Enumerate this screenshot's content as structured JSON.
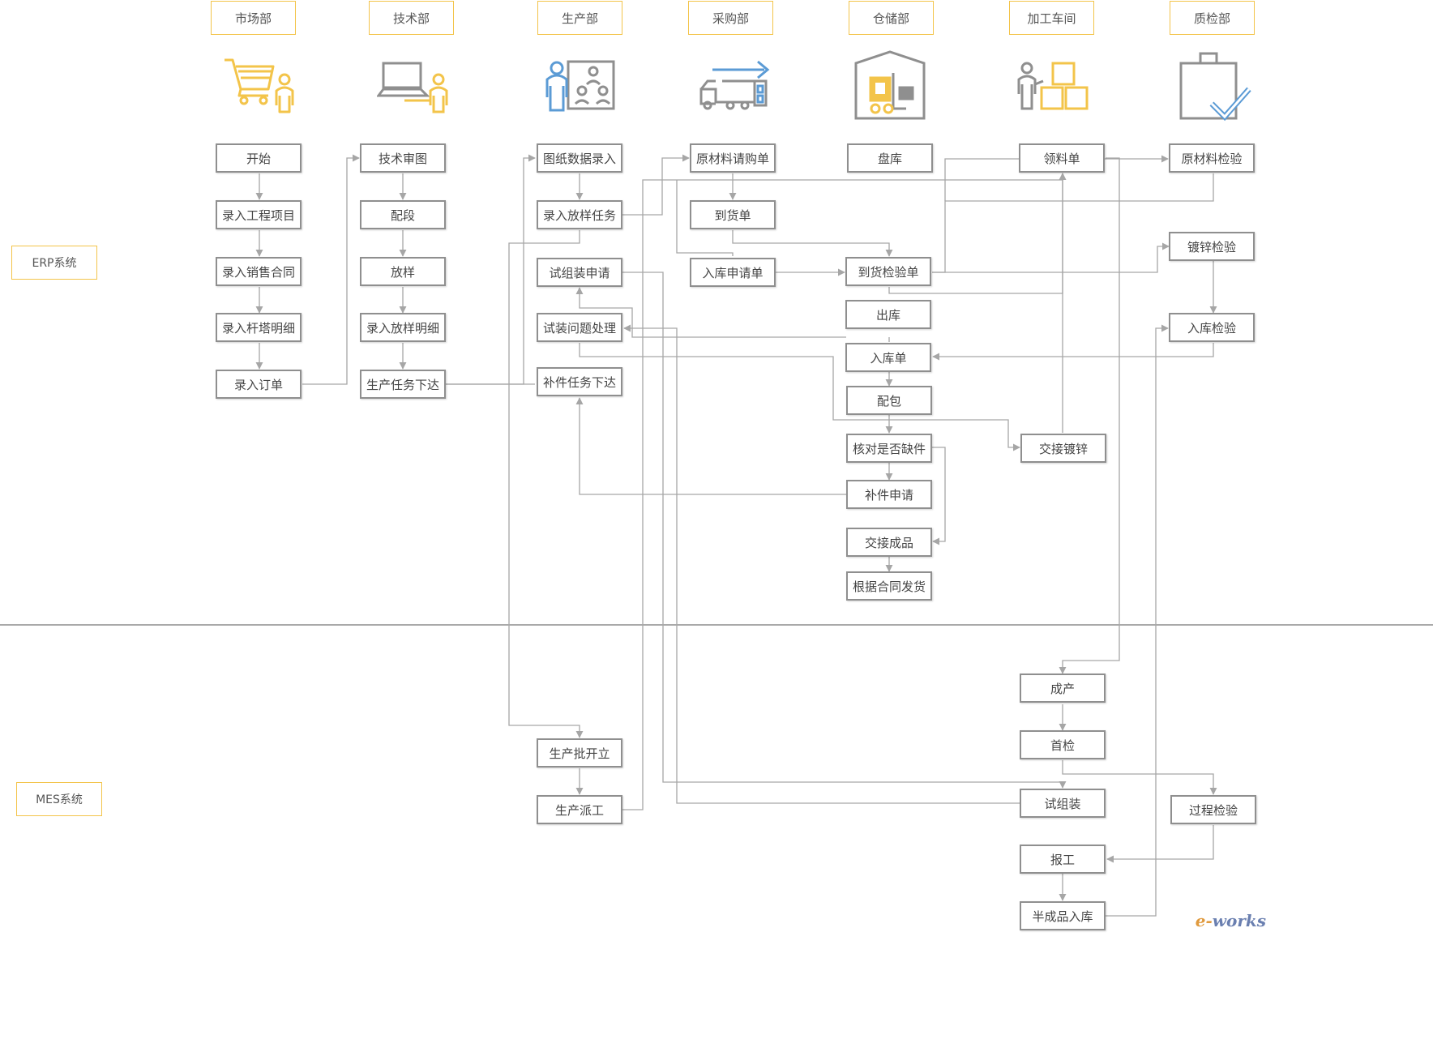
{
  "departments": [
    {
      "key": "market",
      "label": "市场部"
    },
    {
      "key": "tech",
      "label": "技术部"
    },
    {
      "key": "production",
      "label": "生产部"
    },
    {
      "key": "purchase",
      "label": "采购部"
    },
    {
      "key": "storage",
      "label": "仓储部"
    },
    {
      "key": "workshop",
      "label": "加工车间"
    },
    {
      "key": "quality",
      "label": "质检部"
    }
  ],
  "systems": {
    "erp": "ERP系统",
    "mes": "MES系统"
  },
  "icons": {
    "market": "shopping-cart-person-icon",
    "tech": "laptop-person-icon",
    "production": "presentation-board-icon",
    "purchase": "delivery-truck-icon",
    "storage": "warehouse-forklift-icon",
    "workshop": "person-boxes-icon",
    "quality": "bag-checkmark-icon"
  },
  "nodes": {
    "start": "开始",
    "input_project": "录入工程项目",
    "input_contract": "录入销售合同",
    "input_tower": "录入杆塔明细",
    "input_order": "录入订单",
    "tech_review": "技术审图",
    "segmenting": "配段",
    "lofting": "放样",
    "input_lofting_detail": "录入放样明细",
    "prod_task_issue": "生产任务下达",
    "drawing_input": "图纸数据录入",
    "input_lofting_task": "录入放样任务",
    "trial_assembly_apply": "试组装申请",
    "trial_issue_handling": "试装问题处理",
    "supplement_task_issue": "补件任务下达",
    "raw_purchase_request": "原材料请购单",
    "arrival_note": "到货单",
    "storage_request": "入库申请单",
    "stocktake": "盘库",
    "arrival_inspection": "到货检验单",
    "outbound": "出库",
    "inbound_note": "入库单",
    "packing": "配包",
    "check_missing": "核对是否缺件",
    "supplement_apply": "补件申请",
    "handover_product": "交接成品",
    "ship_by_contract": "根据合同发货",
    "material_requisition": "领料单",
    "handover_galvanize": "交接镀锌",
    "raw_material_inspection": "原材料检验",
    "galvanize_inspection": "镀锌检验",
    "inbound_inspection": "入库检验",
    "batch_open": "生产批开立",
    "dispatch": "生产派工",
    "production_output": "成产",
    "first_inspection": "首检",
    "trial_assembly": "试组装",
    "work_report": "报工",
    "semi_finished_inbound": "半成品入库",
    "process_inspection": "过程检验"
  },
  "colors": {
    "accent_yellow": "#f3c44a",
    "icon_blue": "#5b9bd5",
    "node_border": "#8f8f8f",
    "connector": "#a6a6a6"
  },
  "watermark": {
    "prefix": "e-",
    "suffix": "works"
  }
}
